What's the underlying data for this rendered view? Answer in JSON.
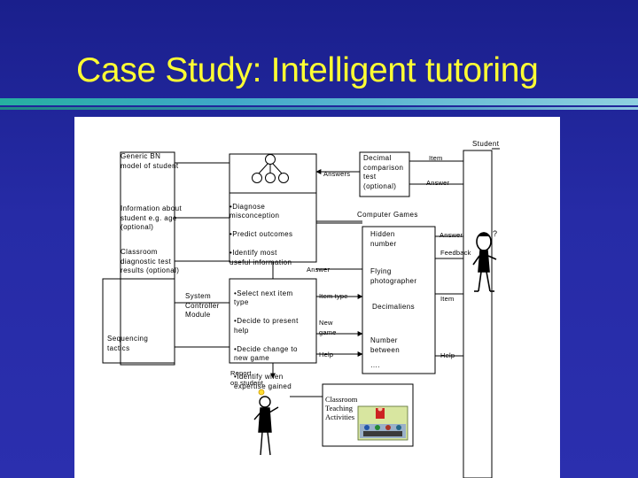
{
  "slide": {
    "title": "Case Study: Intelligent tutoring"
  },
  "diagram": {
    "student": "Student",
    "generic_bn": "Generic BN\nmodel of student",
    "answers": "Answers",
    "decimal_test": "Decimal\ncomparison\ntest\n(optional)",
    "item_1": "Item",
    "answer_1": "Answer",
    "info_student": "Information about\nstudent e.g. age\n(optional)",
    "diagnose": "Diagnose\nmisconception",
    "predict": "Predict outcomes",
    "identify_info": "Identify most\nuseful information",
    "computer_games": "Computer Games",
    "hidden_number": "Hidden\nnumber",
    "answer_2": "Answer",
    "classroom_test": "Classroom\ndiagnostic test\nresults (optional)",
    "feedback": "Feedback",
    "answer_3": "Answer",
    "flying_photographer": "Flying\nphotographer",
    "system_controller": "System\nController\nModule",
    "select_next": "Select next item\ntype",
    "decide_help": "Decide to present\nhelp",
    "decide_change": "Decide change to\nnew game",
    "identify_expertise": "Identify when\nexpertise gained",
    "item_type": "Item type",
    "decimaliens": "Decimaliens",
    "item_2": "Item",
    "sequencing": "Sequencing\ntactics",
    "new_game": "New\ngame",
    "help_1": "Help",
    "number_between": "Number\nbetween",
    "ellipsis": "….",
    "help_2": "Help",
    "report": "Report\non student",
    "classroom_teaching": "Classroom\nTeaching\nActivities"
  },
  "colors": {
    "background": "#2328a0",
    "title": "#ffff33",
    "accent_rule": "#3fa8c8"
  }
}
